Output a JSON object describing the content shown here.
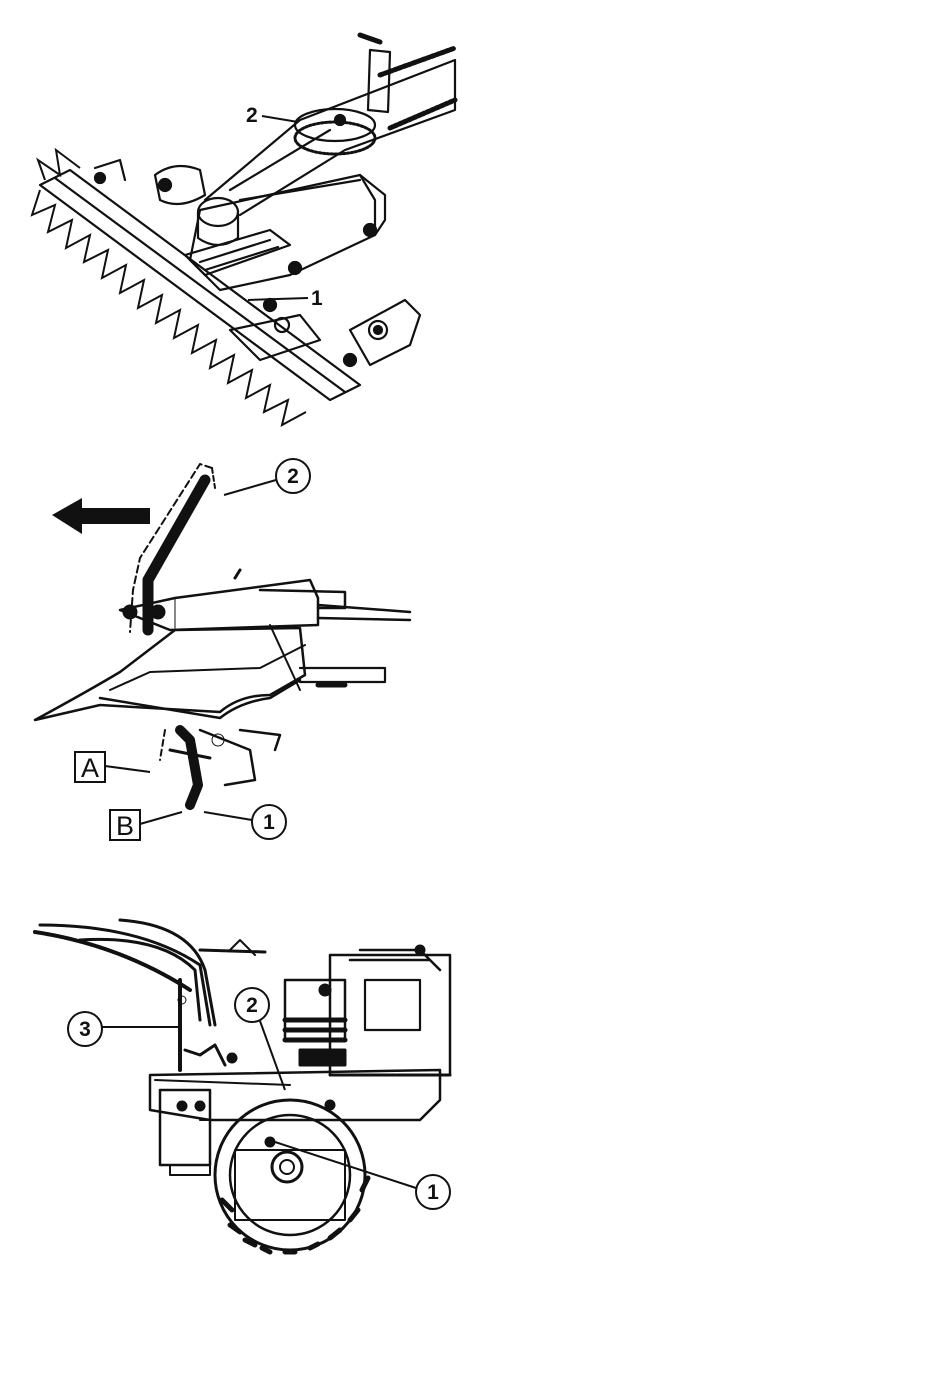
{
  "figures": [
    {
      "id": "mower-blade-assembly",
      "callouts": {
        "c1": "1",
        "c2": "2"
      }
    },
    {
      "id": "handle-adjustment",
      "callouts": {
        "c1": "1",
        "c2": "2"
      },
      "positions": {
        "a": "A",
        "b": "B"
      }
    },
    {
      "id": "engine-wheel-side",
      "callouts": {
        "c1": "1",
        "c2": "2",
        "c3": "3"
      }
    }
  ],
  "colors": {
    "ink": "#111111",
    "paper": "#ffffff"
  }
}
